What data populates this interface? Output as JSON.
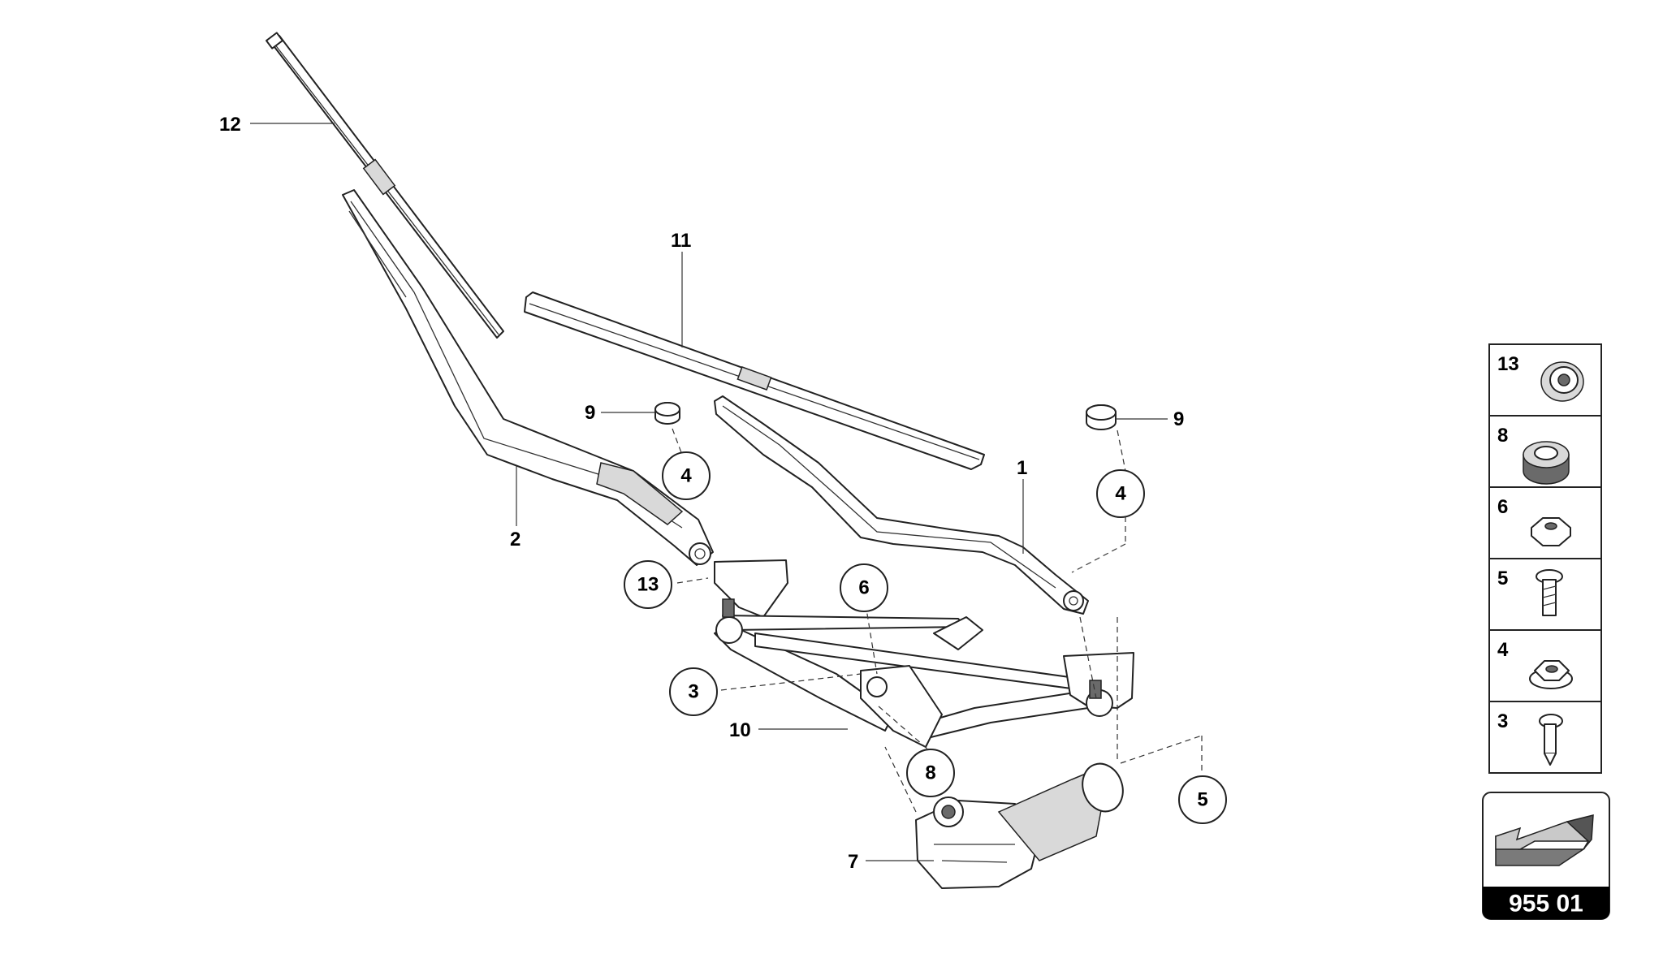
{
  "diagram": {
    "callouts": {
      "c1": "1",
      "c2": "2",
      "c3": "3",
      "c4a": "4",
      "c4b": "4",
      "c5": "5",
      "c6": "6",
      "c7": "7",
      "c8": "8",
      "c9a": "9",
      "c9b": "9",
      "c10": "10",
      "c11": "11",
      "c12": "12",
      "c13": "13"
    }
  },
  "legend": {
    "items": [
      {
        "label": "13",
        "icon": "grommet-icon"
      },
      {
        "label": "8",
        "icon": "bushing-icon"
      },
      {
        "label": "6",
        "icon": "hex-nut-icon"
      },
      {
        "label": "5",
        "icon": "screw-icon"
      },
      {
        "label": "4",
        "icon": "flange-nut-icon"
      },
      {
        "label": "3",
        "icon": "bolt-icon"
      }
    ]
  },
  "catalog": {
    "page_code": "955 01",
    "icon": "direction-arrow-icon"
  }
}
